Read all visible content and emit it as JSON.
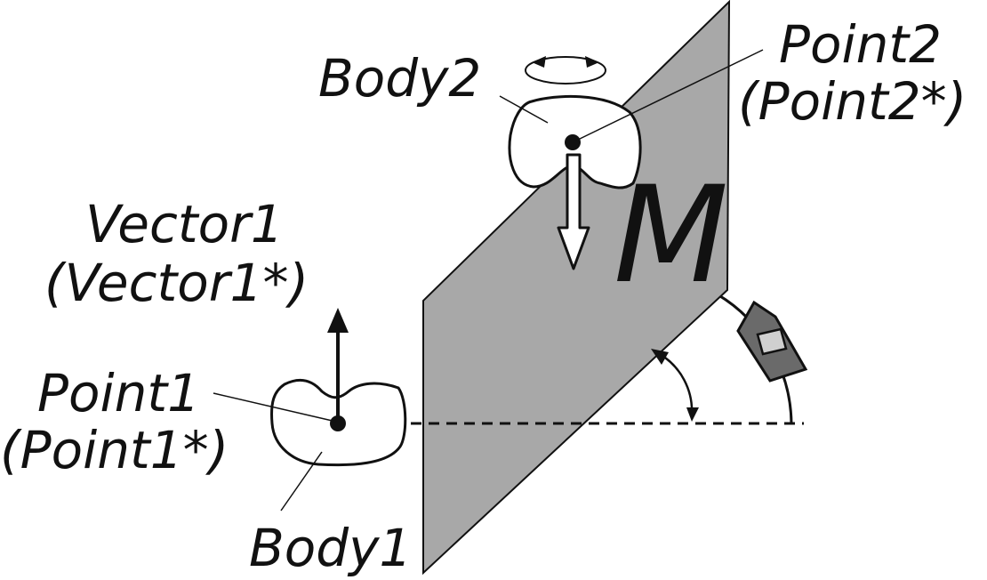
{
  "labels": {
    "body2": "Body2",
    "point2": "Point2",
    "point2_alt": "(Point2*)",
    "vector1": "Vector1",
    "vector1_alt": "(Vector1*)",
    "point1": "Point1",
    "point1_alt": "(Point1*)",
    "body1": "Body1",
    "plane": "M"
  },
  "colors": {
    "plane_fill": "#a8a8a8",
    "ink": "#111111",
    "background": "#ffffff",
    "bracket_fill": "#6a6a6a"
  }
}
